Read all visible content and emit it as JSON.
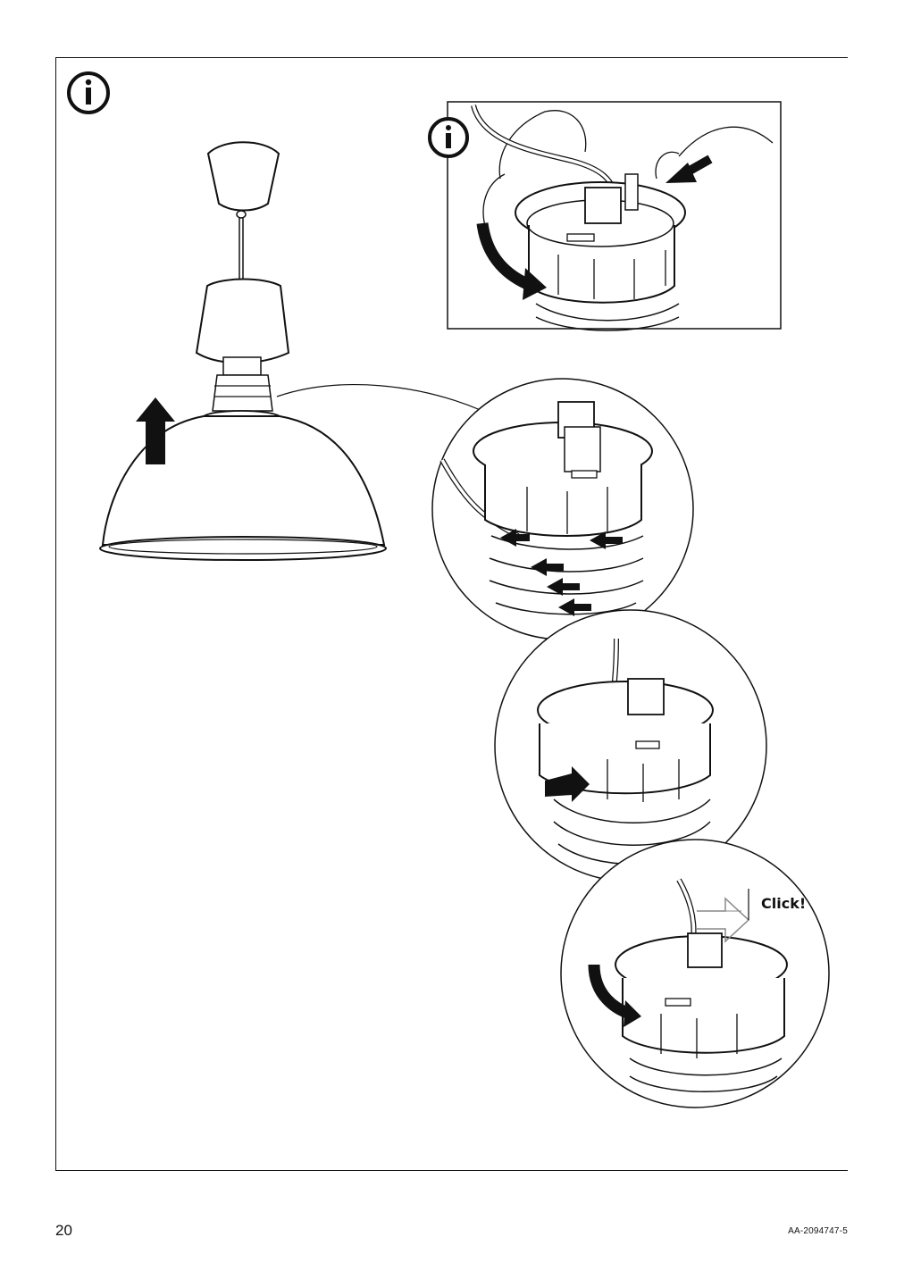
{
  "page": {
    "number": "20",
    "doc_code": "AA-2094747-5"
  },
  "callouts": {
    "click_label": "Click!"
  },
  "icons": {
    "info": "info-icon",
    "arrow": "arrow-icon"
  }
}
